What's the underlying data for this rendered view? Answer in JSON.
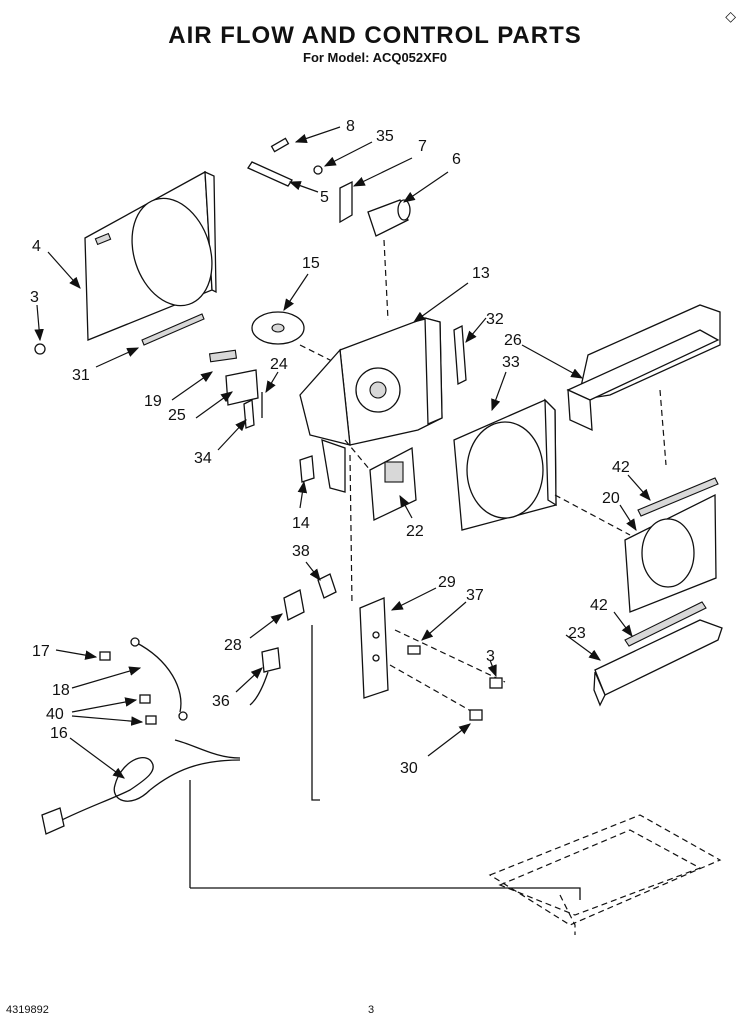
{
  "header": {
    "title": "AIR FLOW AND CONTROL PARTS",
    "subtitle": "For Model: ACQ052XF0",
    "corner_mark": "◇"
  },
  "footer": {
    "doc_number": "4319892",
    "page_number": "3"
  },
  "callouts": [
    "8",
    "35",
    "7",
    "6",
    "5",
    "4",
    "3",
    "31",
    "15",
    "13",
    "32",
    "26",
    "33",
    "24",
    "19",
    "25",
    "34",
    "14",
    "22",
    "42",
    "20",
    "38",
    "29",
    "37",
    "28",
    "3",
    "17",
    "18",
    "40",
    "16",
    "36",
    "30",
    "42",
    "23"
  ]
}
